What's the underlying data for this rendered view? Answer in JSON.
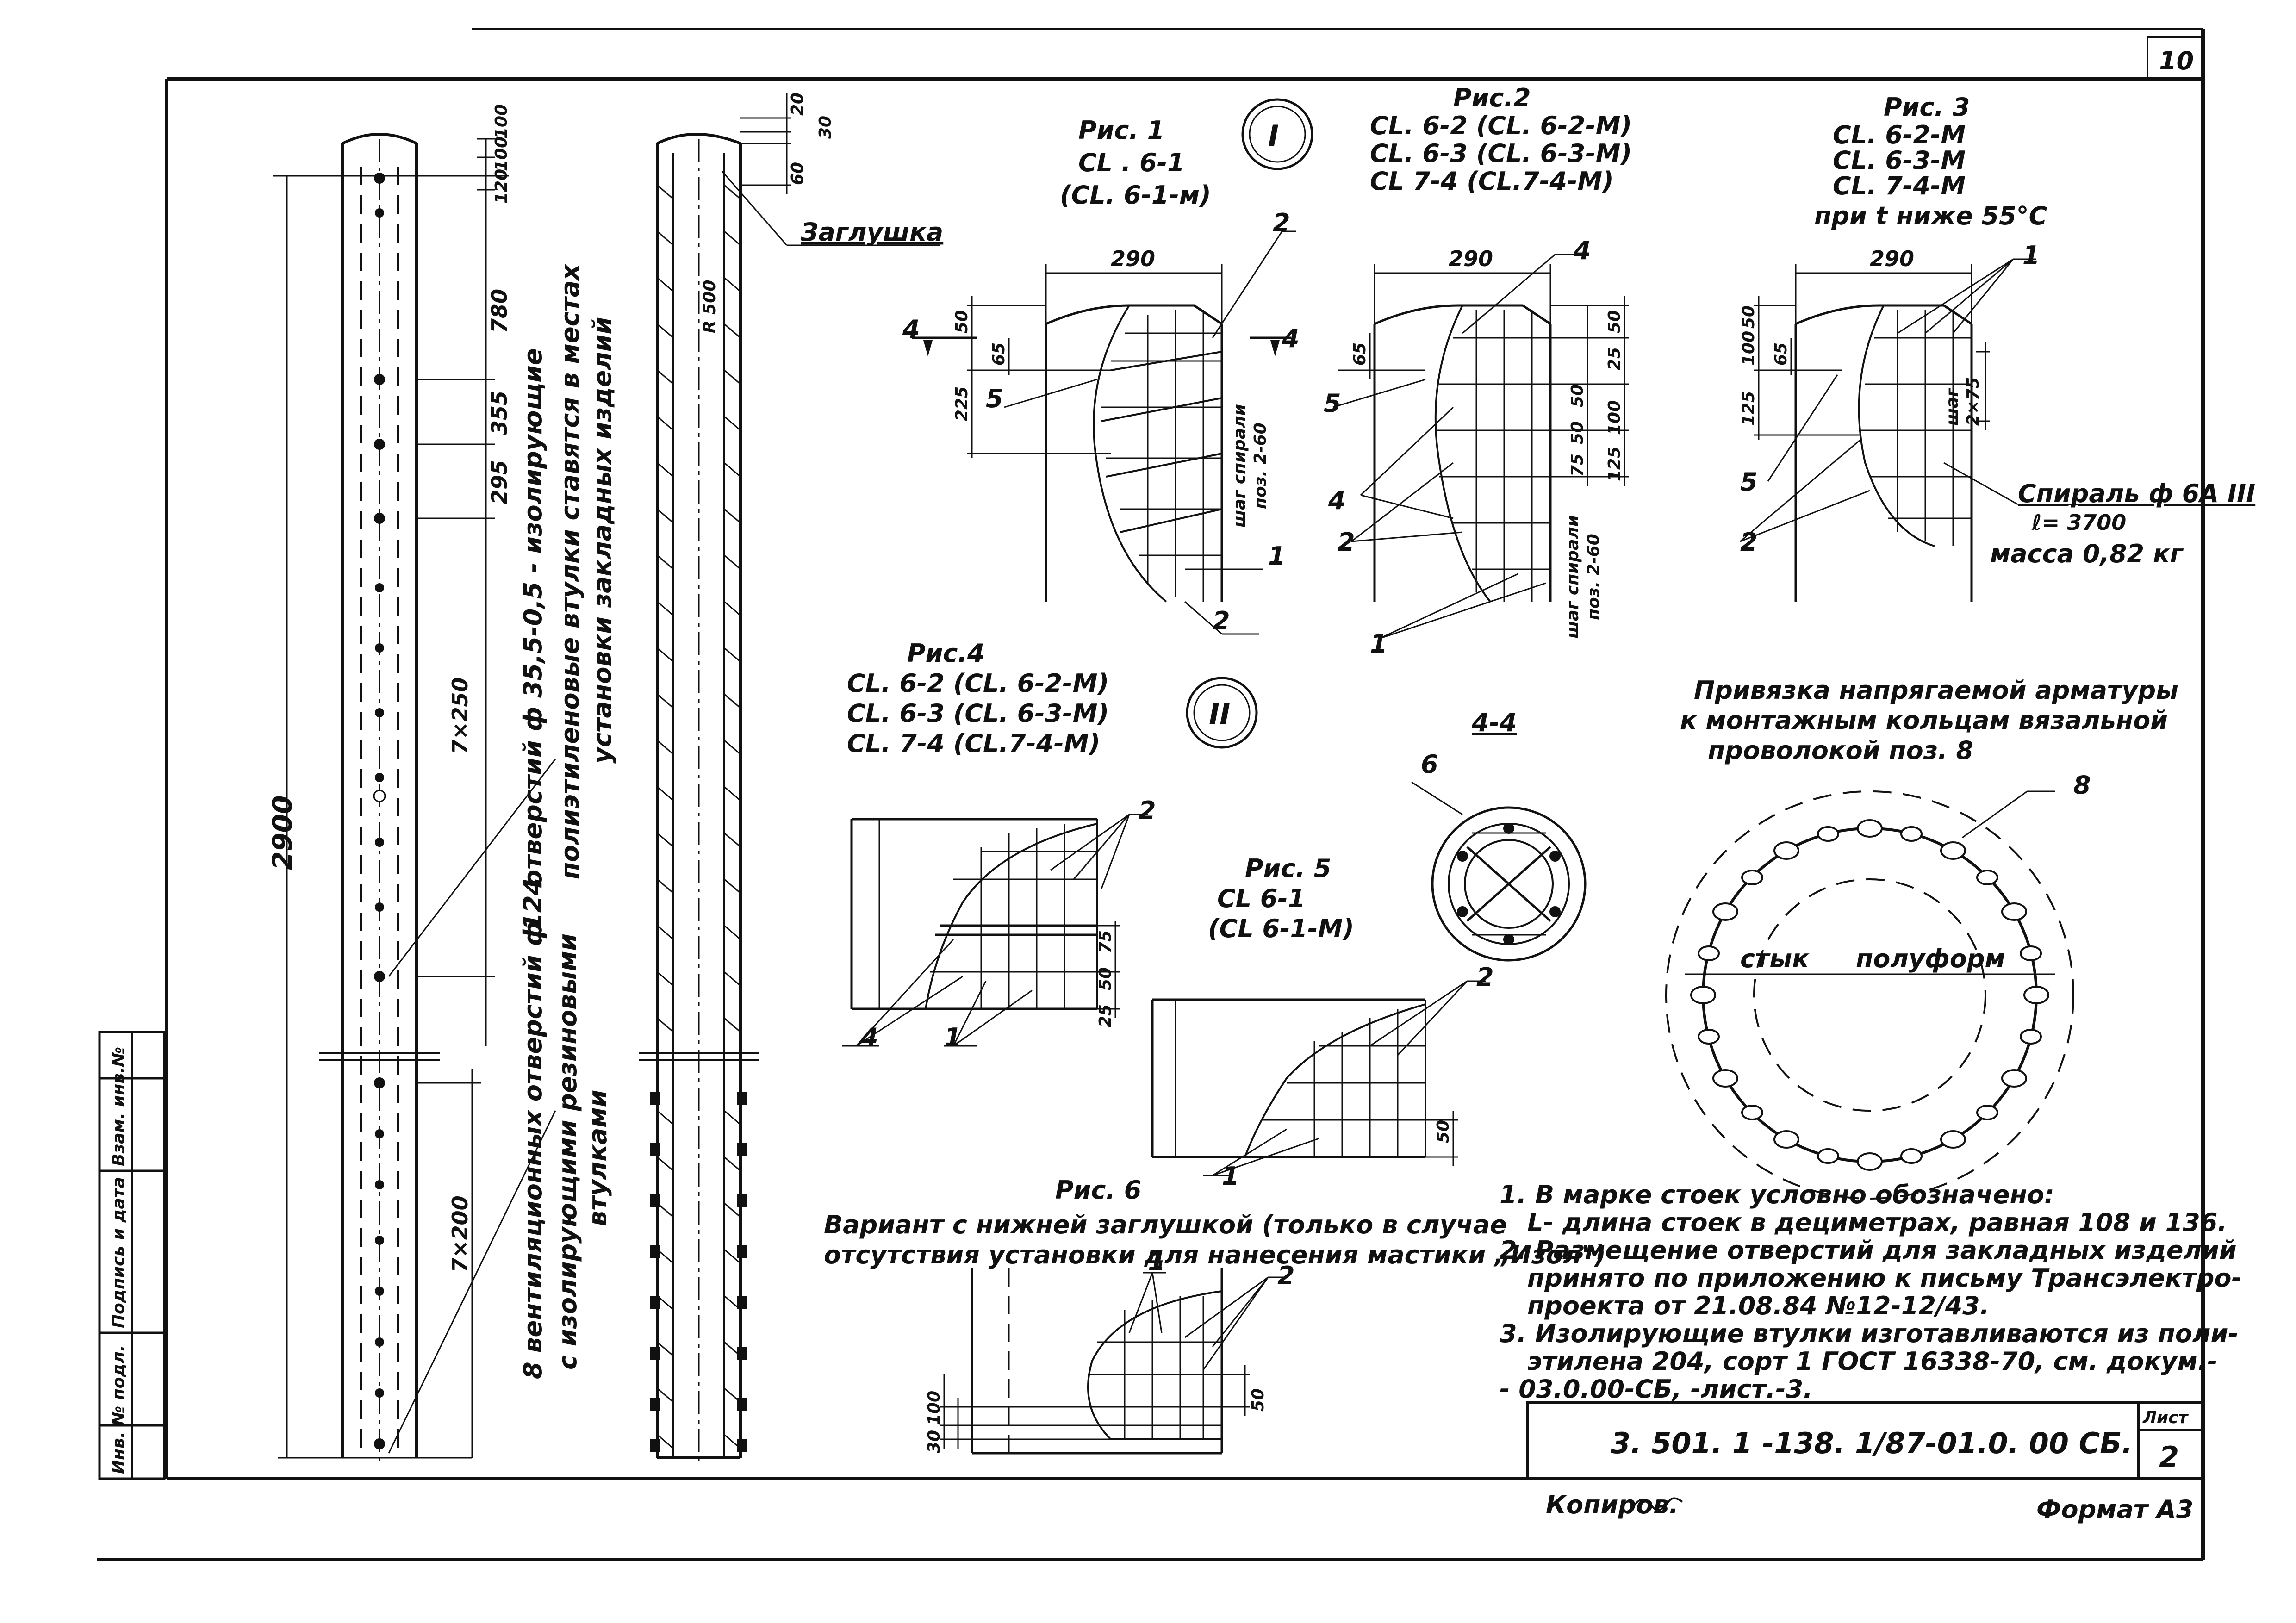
{
  "sheet_corner_number": "10",
  "column_left": {
    "dim_total": "2900",
    "dim_top_a": "100",
    "dim_top_b": "100",
    "dim_top_c": "120",
    "dim_1": "780",
    "dim_2": "355",
    "dim_3": "295",
    "dim_4": "7×250",
    "dim_5": "7×200",
    "note_holes_12": "12 отверстий ф 35,5-0,5 - изолирующие",
    "note_holes_12_b": "полиэтиленовые втулки ставятся в местах",
    "note_holes_12_c": "установки закладных изделий",
    "note_vent_8": "8 вентиляционных отверстий ф 24",
    "note_vent_8_b": "с изолирующими резиновыми",
    "note_vent_8_c": "втулками"
  },
  "column_right": {
    "dim_a": "20",
    "dim_b": "30",
    "dim_c": "60",
    "radius": "R 500",
    "plug_label": "Заглушка"
  },
  "detail_markers": {
    "one": "I",
    "two": "II"
  },
  "fig1": {
    "title": "Рис. 1",
    "line1": "CL . 6-1",
    "line2": "(CL. 6-1-м)",
    "width": "290",
    "d50": "50",
    "d65": "65",
    "d225": "225",
    "pos2": "2",
    "pos5": "5",
    "pos1": "1",
    "pos2b": "2",
    "section_mark": "4",
    "pitch": "шаг спирали",
    "pitch_b": "поз. 2-60"
  },
  "fig2": {
    "title": "Рис.2",
    "line1": "CL. 6-2 (CL. 6-2-M)",
    "line2": "CL. 6-3 (CL. 6-3-M)",
    "line3": "CL 7-4 (CL.7-4-M)",
    "width": "290",
    "d50": "50",
    "d25": "25",
    "d100": "100",
    "d125": "125",
    "d65": "65",
    "d75": "75",
    "pos4": "4",
    "pos5": "5",
    "pos4b": "4",
    "pos2": "2",
    "pos1": "1",
    "pitch": "шаг спирали",
    "pitch_b": "поз. 2-60"
  },
  "fig3": {
    "title": "Рис. 3",
    "line1": "CL. 6-2-M",
    "line2": "CL. 6-3-M",
    "line3": "CL. 7-4-M",
    "line4": "при t ниже 55°C",
    "width": "290",
    "d50": "50",
    "d100": "100",
    "d125": "125",
    "d65": "65",
    "pos1": "1",
    "pos5": "5",
    "pos2": "2",
    "pitch": "шаг",
    "pitch_b": "2×75",
    "spiral": "Спираль ф 6А III",
    "spiral_len": "ℓ= 3700",
    "spiral_mass": "масса 0,82 кг"
  },
  "fig4": {
    "title": "Рис.4",
    "line1": "CL. 6-2 (CL. 6-2-M)",
    "line2": "CL. 6-3 (CL. 6-3-M)",
    "line3": "CL. 7-4 (CL.7-4-M)",
    "pos2": "2",
    "pos4": "4",
    "pos1": "1",
    "d75": "75",
    "d50": "50",
    "d25": "25"
  },
  "section44": {
    "title": "4-4",
    "pos6": "6"
  },
  "fig5": {
    "title": "Рис. 5",
    "line1": "CL 6-1",
    "line2": "(CL 6-1-M)",
    "pos2": "2",
    "pos1": "1",
    "d50": "50"
  },
  "fig6": {
    "title": "Рис. 6",
    "caption1": "Вариант с нижней заглушкой (только в случае",
    "caption2": "отсутствия установки для нанесения мастики „Изол\")",
    "pos1": "1",
    "pos2": "2",
    "d100": "100",
    "d30": "30",
    "d50": "50"
  },
  "binding": {
    "title1": "Привязка напрягаемой арматуры",
    "title2": "к монтажным кольцам вязальной",
    "title3": "проволокой поз. 8",
    "pos8": "8",
    "joint": "стык",
    "halfform": "полуформ"
  },
  "notes": [
    "1. В марке стоек условно обозначено:",
    "L- длина стоек в дециметрах, равная 108 и 136.",
    "2. Размещение отверстий для закладных изделий",
    "принято по приложению к письму Трансэлектро-",
    "проекта от 21.08.84 №12-12/43.",
    "3. Изолирующие втулки изготавливаются из поли-",
    "этилена 204, сорт 1 ГОСТ 16338-70, см. докум.-",
    "- 03.0.00-СБ, -лист.-3."
  ],
  "title_block": {
    "doc_code": "3. 501. 1 -138. 1/87-01.0. 00 СБ.",
    "sheet_label": "Лист",
    "sheet_no": "2"
  },
  "side_stamp": {
    "inv": "Инв. № подл.",
    "sign": "Подпись и дата",
    "replace": "Взам. инв.№"
  },
  "footer": {
    "copied": "Копиров.",
    "format": "Формат А3"
  }
}
